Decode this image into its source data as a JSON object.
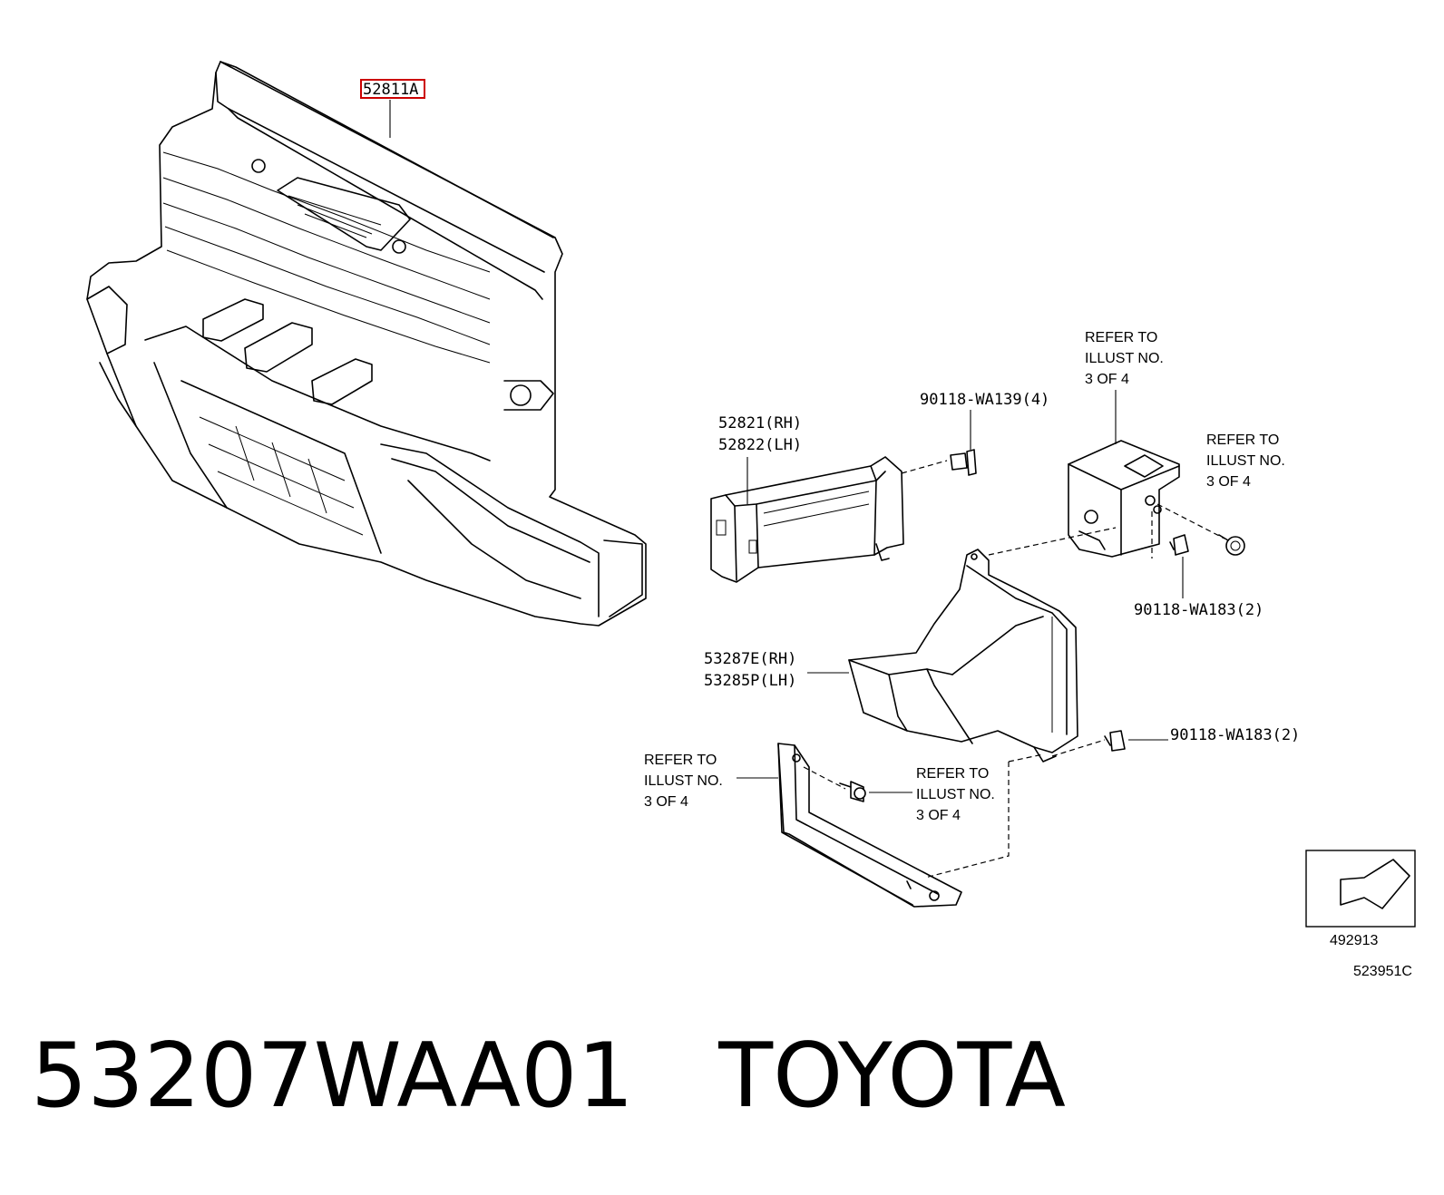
{
  "labels": {
    "main_part": "52811A",
    "duct_part_rh": "52821(RH)",
    "duct_part_lh": "52822(LH)",
    "guide_part_rh": "53287E(RH)",
    "guide_part_lh": "53285P(LH)",
    "clip_top": "90118-WA139(4)",
    "clip_right": "90118-WA183(2)",
    "clip_lower": "90118-WA183(2)"
  },
  "refer_notes": {
    "top_bracket": [
      "REFER TO",
      "ILLUST NO.",
      "3 OF 4"
    ],
    "right_bolt": [
      "REFER TO",
      "ILLUST NO.",
      "3 OF 4"
    ],
    "lower_left": [
      "REFER TO",
      "ILLUST NO.",
      "3 OF 4"
    ],
    "lower_center": [
      "REFER TO",
      "ILLUST NO.",
      "3 OF 4"
    ]
  },
  "legend_box": {
    "code": "492913"
  },
  "figure_code": "523951C",
  "caption": {
    "part_number": "53207WAA01",
    "brand": "TOYOTA"
  },
  "colors": {
    "highlight_box": "#cc0000",
    "line": "#000000"
  }
}
